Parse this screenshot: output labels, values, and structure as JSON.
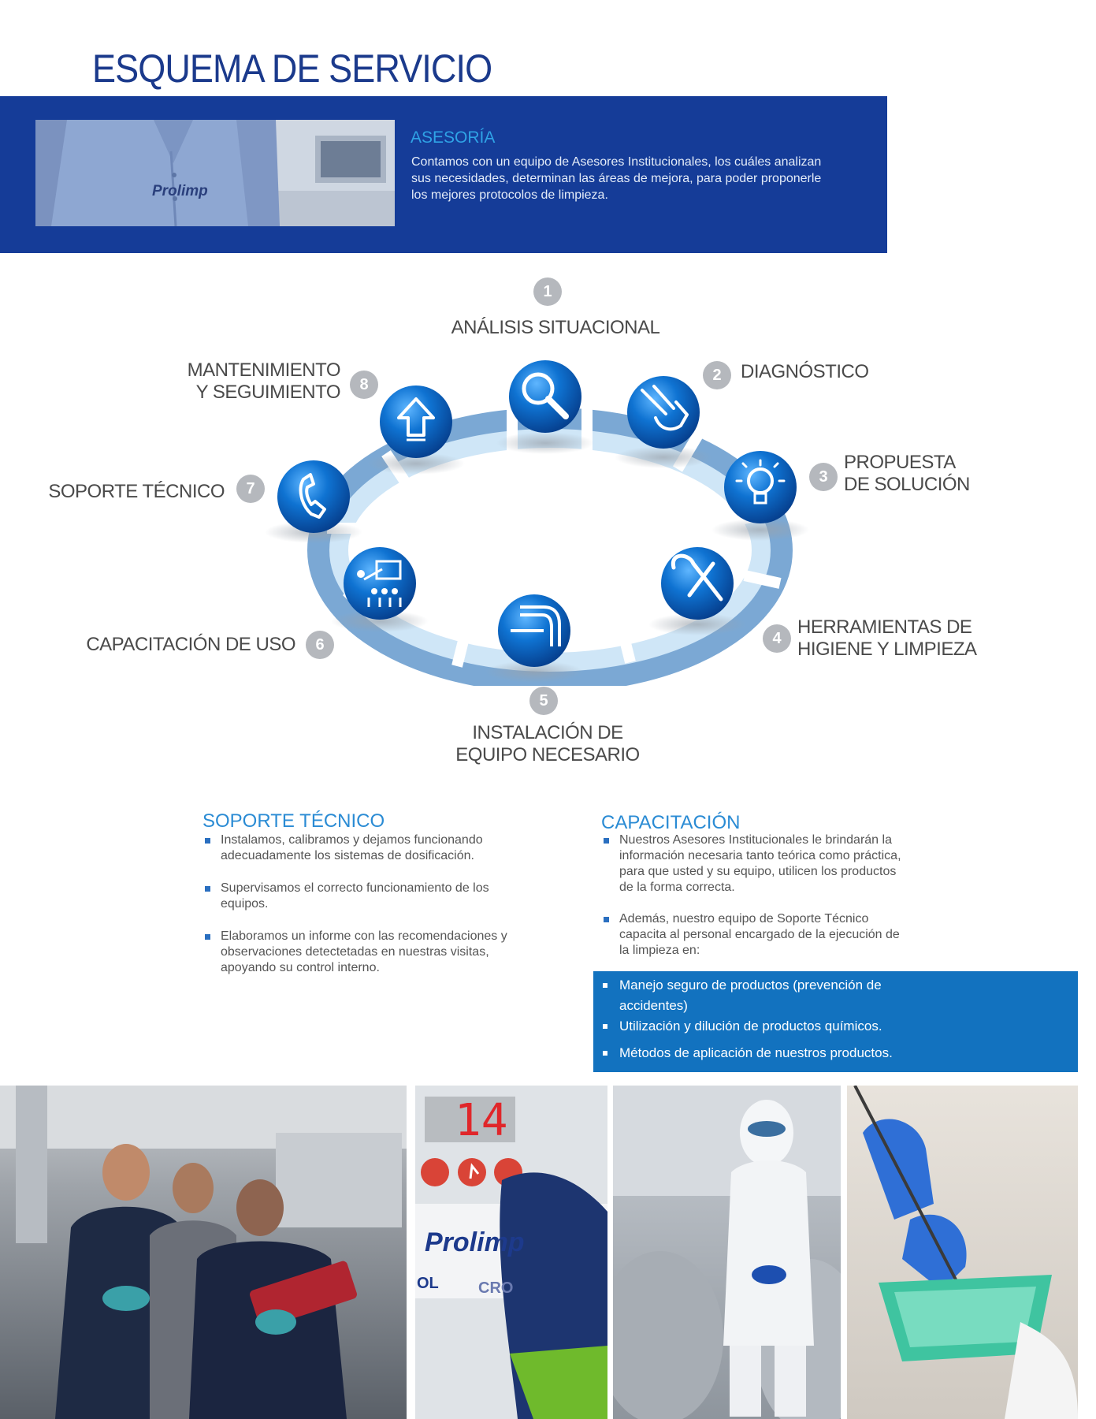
{
  "header": {
    "title": "ESQUEMA DE SERVICIO"
  },
  "asesoria": {
    "title": "ASESORÍA",
    "text": "Contamos con un equipo de Asesores Institucionales, los cuáles analizan sus necesidades, determinan las áreas de mejora, para poder proponerle los mejores protocolos de limpieza.",
    "shirt_logo": "Prolimp"
  },
  "cycle": {
    "steps": [
      {
        "num": "1",
        "label": "ANÁLISIS  SITUACIONAL",
        "icon": "magnifier-icon"
      },
      {
        "num": "2",
        "label": "DIAGNÓSTICO",
        "icon": "pointing-hand-icon"
      },
      {
        "num": "3",
        "label_line1": "PROPUESTA",
        "label_line2": "DE SOLUCIÓN",
        "icon": "lightbulb-icon"
      },
      {
        "num": "4",
        "label_line1": "HERRAMIENTAS DE",
        "label_line2": "HIGIENE Y LIMPIEZA",
        "icon": "tools-icon"
      },
      {
        "num": "5",
        "label_line1": "INSTALACIÓN DE",
        "label_line2": "EQUIPO NECESARIO",
        "icon": "pipes-icon"
      },
      {
        "num": "6",
        "label": "CAPACITACIÓN DE USO",
        "icon": "presentation-icon"
      },
      {
        "num": "7",
        "label": "SOPORTE TÉCNICO",
        "icon": "phone-icon"
      },
      {
        "num": "8",
        "label_line1": "MANTENIMIENTO",
        "label_line2": "Y SEGUIMIENTO",
        "icon": "up-arrow-icon"
      }
    ],
    "colors": {
      "sphere": "#0a66c2",
      "ring": "#8fb5d8",
      "number_badge": "#b5b8bd"
    }
  },
  "soporte": {
    "title": "SOPORTE TÉCNICO",
    "items": [
      "Instalamos, calibramos y dejamos funcionando adecuadamente los sistemas de dosificación.",
      "Supervisamos el correcto funcionamiento de los equipos.",
      "Elaboramos un informe con las recomendaciones y observaciones detectetadas en nuestras visitas, apoyando su control interno."
    ]
  },
  "capacitacion": {
    "title": "CAPACITACIÓN",
    "items": [
      "Nuestros Asesores Institucionales le brindarán la información necesaria tanto teórica como práctica, para que usted y su equipo, utilicen los productos de la forma correcta.",
      "Además, nuestro equipo de Soporte Técnico capacita al personal encargado de la ejecución de la limpieza en:"
    ],
    "highlight_items": [
      "Manejo seguro de productos  (prevención de accidentes)",
      "Utilización y dilución de productos químicos.",
      "Métodos de aplicación de nuestros productos."
    ]
  },
  "photos": {
    "display_reading": "14",
    "panel_logo": "Prolimp",
    "panel_text_left": "OL",
    "panel_text_right": "CRO"
  },
  "colors": {
    "brand_blue": "#153c98",
    "accent_blue": "#2a8bd4",
    "highlight_blue": "#1272bf"
  }
}
